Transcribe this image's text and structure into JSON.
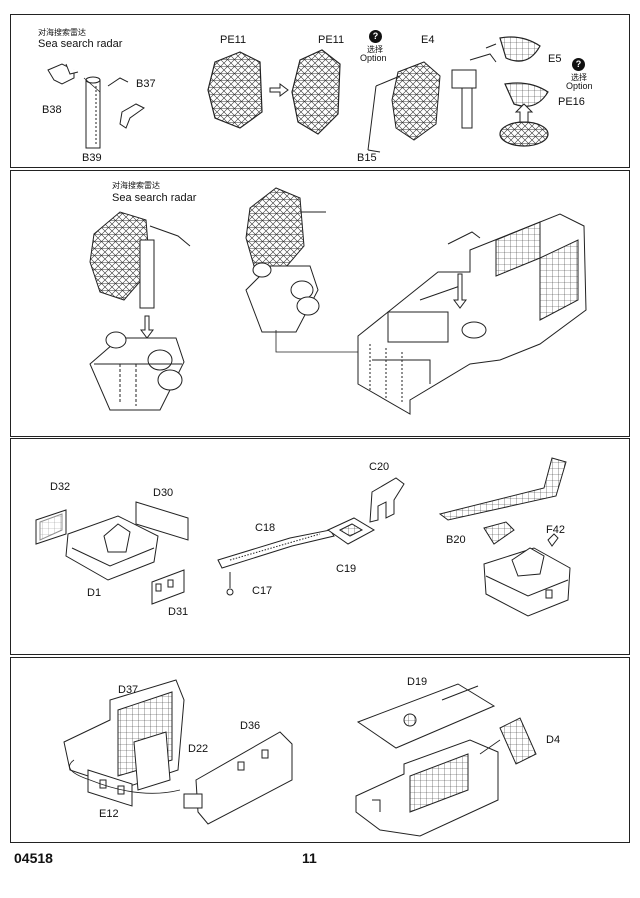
{
  "step1": {
    "radar_cn": "对海搜索雷达",
    "radar_en": "Sea search radar",
    "parts": {
      "b38": "B38",
      "b37": "B37",
      "b39": "B39",
      "pe11_a": "PE11",
      "pe11_b": "PE11",
      "e4": "E4",
      "e5": "E5",
      "pe16": "PE16",
      "b15": "B15"
    },
    "option_a_cn": "选择",
    "option_a_en": "Option",
    "option_b_cn": "选择",
    "option_b_en": "Option",
    "option_icon": "?"
  },
  "step2": {
    "radar_cn": "对海搜索雷达",
    "radar_en": "Sea search radar"
  },
  "step3": {
    "parts": {
      "d32": "D32",
      "d30": "D30",
      "d1": "D1",
      "d31": "D31",
      "c20": "C20",
      "c18": "C18",
      "c19": "C19",
      "c17": "C17",
      "f42": "F42",
      "b20": "B20"
    }
  },
  "step4": {
    "parts": {
      "d37": "D37",
      "d36": "D36",
      "d22": "D22",
      "e12": "E12",
      "d19": "D19",
      "d4": "D4"
    }
  },
  "footer": {
    "product_code": "04518",
    "page_number": "11"
  }
}
